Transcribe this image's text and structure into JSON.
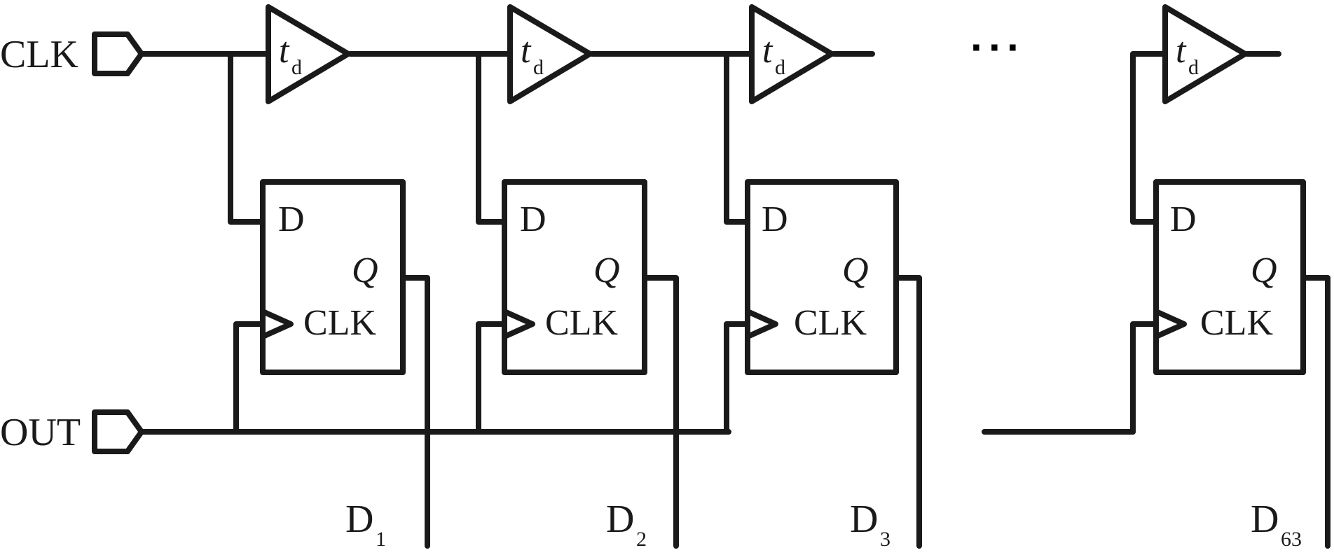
{
  "ports": {
    "clk_in": "CLK",
    "out": "OUT"
  },
  "buffer": {
    "symbol": "t",
    "subscript": "d"
  },
  "flip_flop": {
    "d_pin": "D",
    "q_pin": "Q",
    "clk_pin": "CLK"
  },
  "outputs": [
    {
      "base": "D",
      "sub": "1"
    },
    {
      "base": "D",
      "sub": "2"
    },
    {
      "base": "D",
      "sub": "3"
    },
    {
      "base": "D",
      "sub": "63"
    }
  ],
  "ellipsis": "···"
}
